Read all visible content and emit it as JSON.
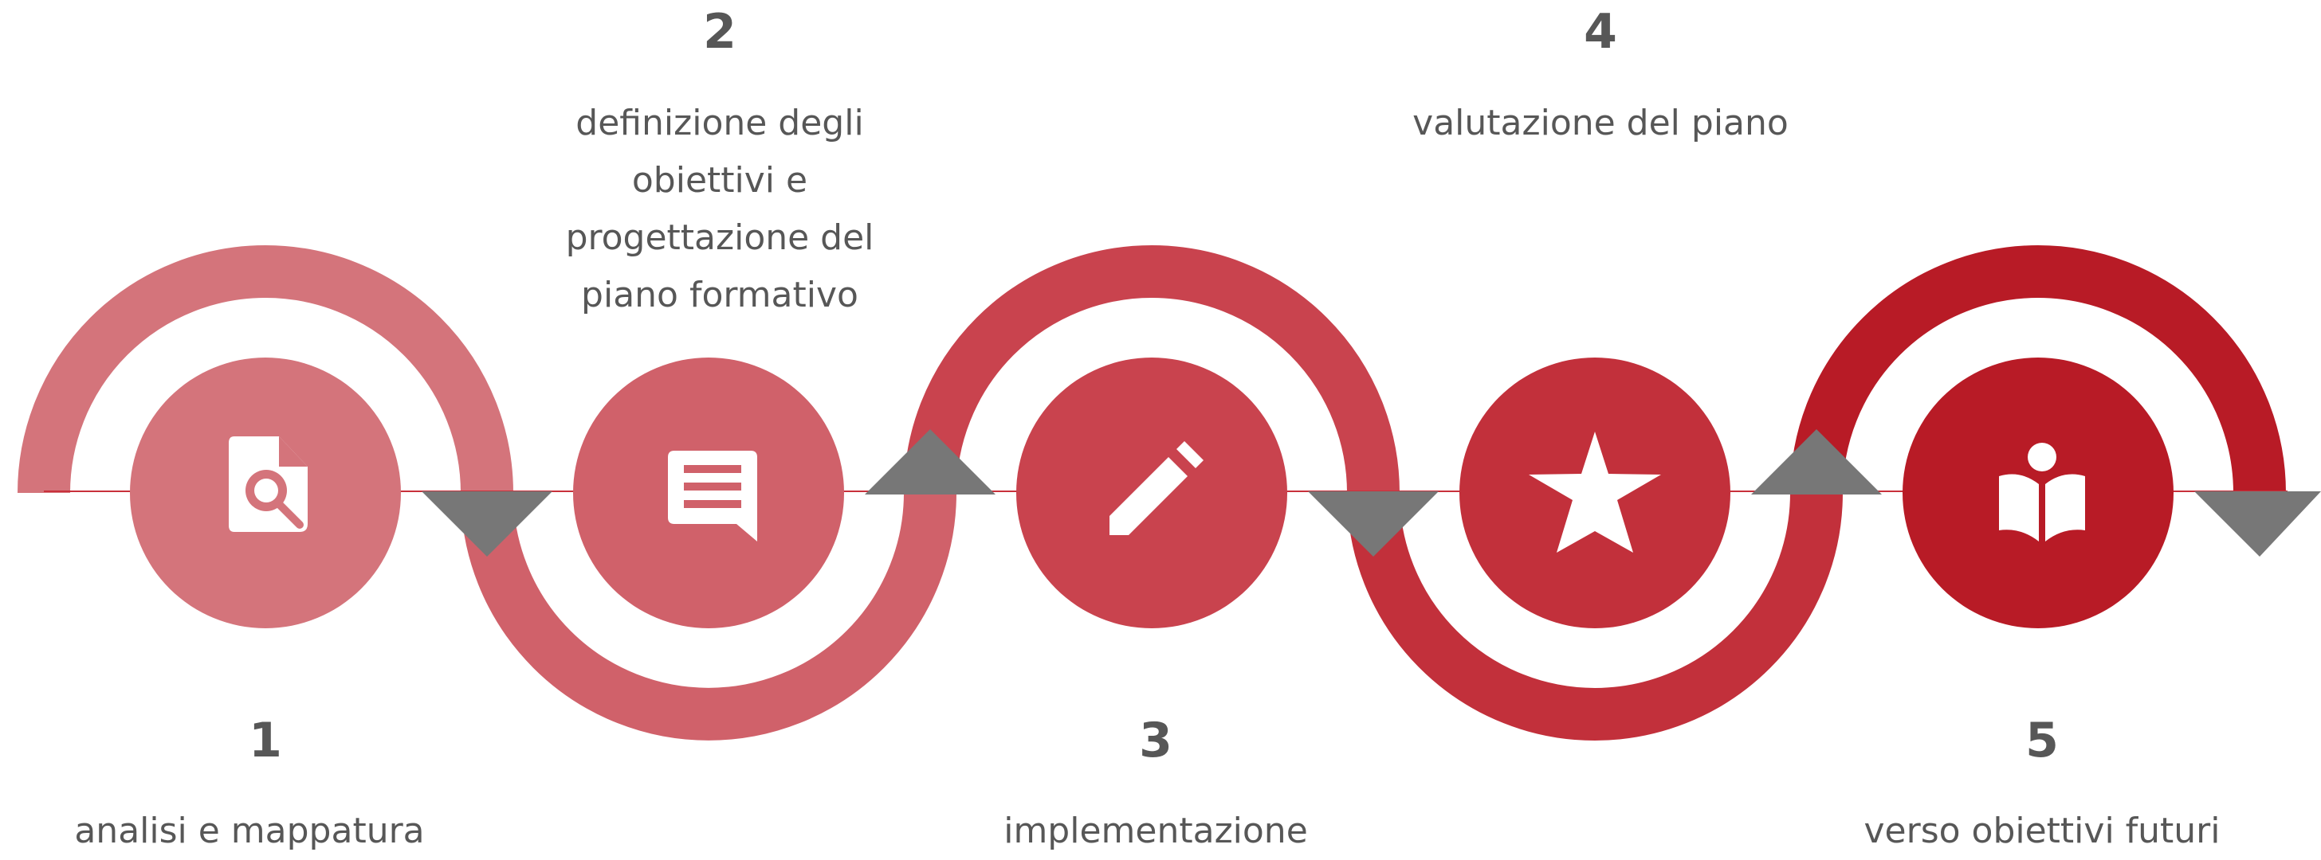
{
  "steps": [
    {
      "number": "1",
      "label": "analisi e mappatura",
      "icon": "document-search-icon",
      "color": "#d4747b"
    },
    {
      "number": "2",
      "label": "definizione degli obiettivi e progettazione del piano formativo",
      "label_lines": [
        "definizione degli",
        "obiettivi e",
        "progettazione del",
        "piano formativo"
      ],
      "icon": "chat-icon",
      "color": "#d0616a"
    },
    {
      "number": "3",
      "label": "implementazione",
      "icon": "pencil-icon",
      "color": "#c9434e"
    },
    {
      "number": "4",
      "label": "valutazione del piano",
      "icon": "star-icon",
      "color": "#c2303b"
    },
    {
      "number": "5",
      "label": "verso obiettivi futuri",
      "icon": "reader-icon",
      "color": "#b81b26"
    }
  ],
  "colors": {
    "text": "#575757",
    "arrow": "#777777",
    "line": "#c8303b",
    "icon": "#ffffff"
  }
}
